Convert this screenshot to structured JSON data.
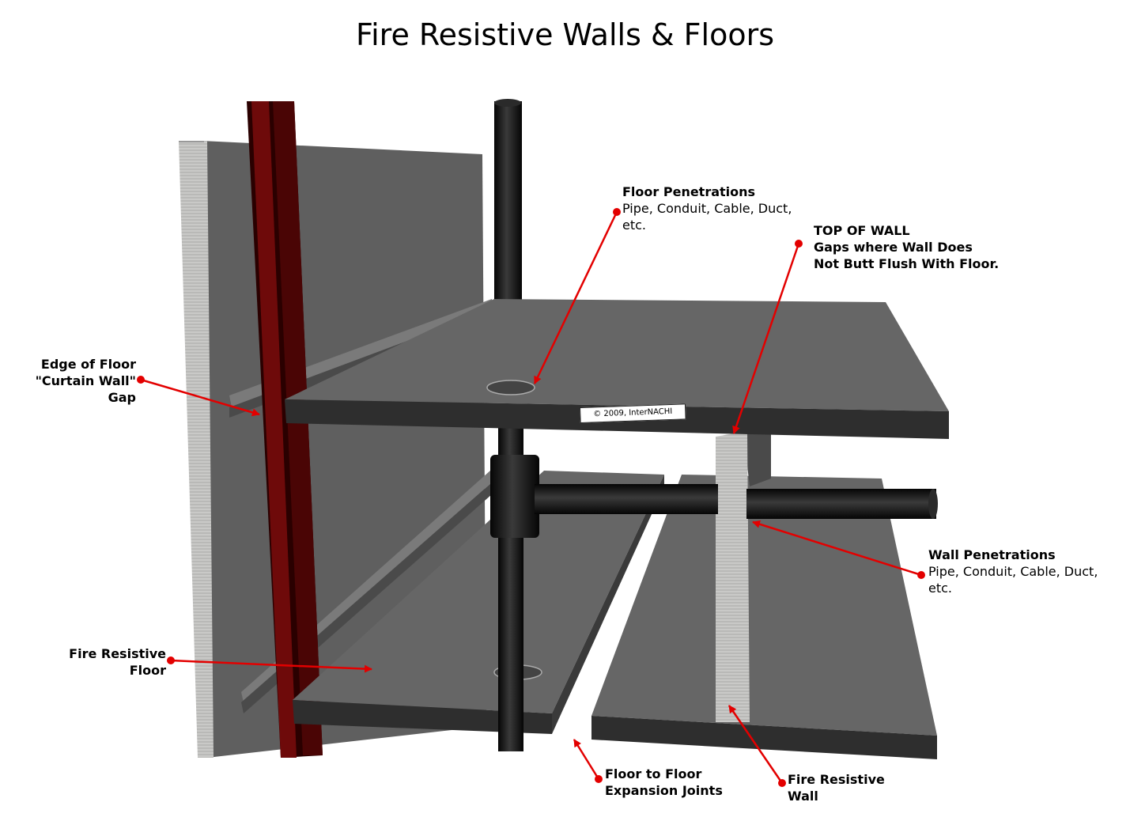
{
  "title": "Fire Resistive Walls & Floors",
  "copyright": "© 2009, InterNACHI",
  "labels": {
    "floor_penetrations": {
      "heading": "Floor Penetrations",
      "line1": "Pipe, Conduit, Cable, Duct,",
      "line2": "etc."
    },
    "top_of_wall": {
      "heading": "TOP OF WALL",
      "line1": "Gaps where Wall Does",
      "line2": "Not Butt Flush With Floor."
    },
    "edge_of_floor": {
      "line1": "Edge of  Floor",
      "line2": "\"Curtain  Wall\"",
      "line3": "Gap"
    },
    "wall_penetrations": {
      "heading": "Wall Penetrations",
      "line1": "Pipe, Conduit, Cable, Duct,",
      "line2": "etc."
    },
    "fire_resistive_floor": {
      "line1": "Fire Resistive",
      "line2": "Floor"
    },
    "expansion_joints": {
      "line1": "Floor to Floor",
      "line2": "Expansion Joints"
    },
    "fire_resistive_wall": {
      "line1": "Fire Resistive",
      "line2": "Wall"
    }
  },
  "colors": {
    "callout": "#e30000",
    "slab_top": "#666666",
    "slab_edge": "#333333",
    "steel": "#3a0000",
    "pipe": "#141414",
    "wall_face": "#c9c9c7"
  }
}
